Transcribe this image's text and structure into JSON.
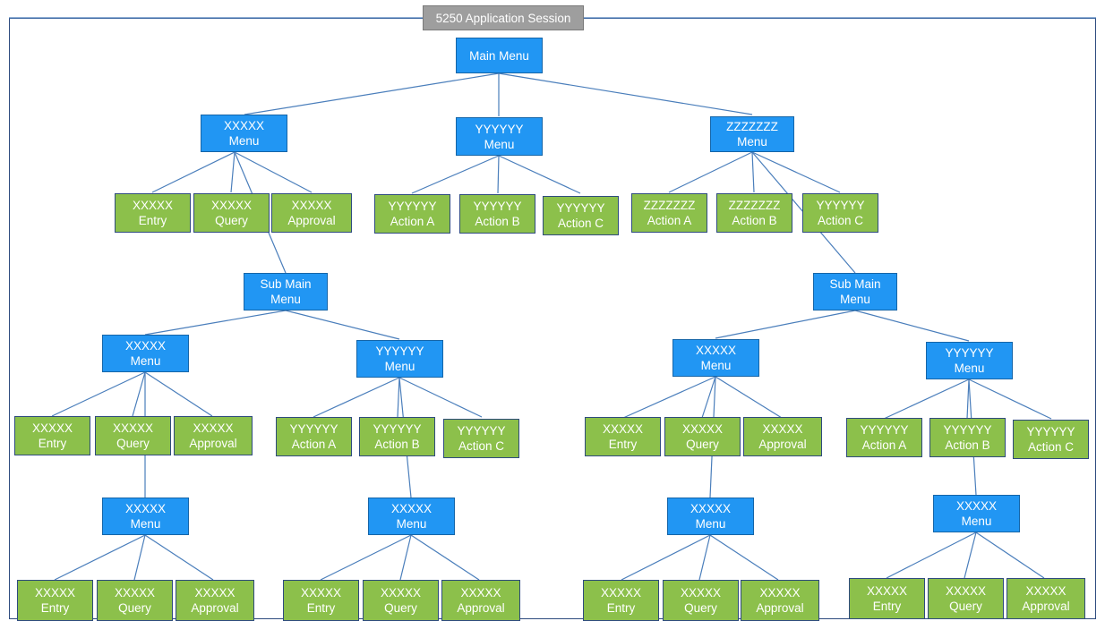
{
  "diagram": {
    "title": "5250 Application Session",
    "type": "tree",
    "colors": {
      "menu_node": "#2196f3",
      "action_node": "#8cc04b",
      "title_node": "#9e9e9e",
      "edge": "#4a7ebb",
      "frame_border": "#2e4b7e",
      "node_text": "#ffffff"
    },
    "nodes": [
      {
        "id": "title",
        "kind": "title",
        "line1": "5250 Application Session",
        "line2": ""
      },
      {
        "id": "root",
        "kind": "menu",
        "line1": "Main Menu",
        "line2": ""
      },
      {
        "id": "x-menu",
        "kind": "menu",
        "line1": "XXXXX",
        "line2": "Menu"
      },
      {
        "id": "y-menu",
        "kind": "menu",
        "line1": "YYYYYY",
        "line2": "Menu"
      },
      {
        "id": "z-menu",
        "kind": "menu",
        "line1": "ZZZZZZZ",
        "line2": "Menu"
      },
      {
        "id": "x-entry",
        "kind": "action",
        "line1": "XXXXX",
        "line2": "Entry"
      },
      {
        "id": "x-query",
        "kind": "action",
        "line1": "XXXXX",
        "line2": "Query"
      },
      {
        "id": "x-approval",
        "kind": "action",
        "line1": "XXXXX",
        "line2": "Approval"
      },
      {
        "id": "y-action-a",
        "kind": "action",
        "line1": "YYYYYY",
        "line2": "Action A"
      },
      {
        "id": "y-action-b",
        "kind": "action",
        "line1": "YYYYYY",
        "line2": "Action B"
      },
      {
        "id": "y-action-c",
        "kind": "action",
        "line1": "YYYYYY",
        "line2": "Action C"
      },
      {
        "id": "z-action-a",
        "kind": "action",
        "line1": "ZZZZZZZ",
        "line2": "Action A"
      },
      {
        "id": "z-action-b",
        "kind": "action",
        "line1": "ZZZZZZZ",
        "line2": "Action B"
      },
      {
        "id": "z-action-c",
        "kind": "action",
        "line1": "YYYYYY",
        "line2": "Action C"
      },
      {
        "id": "sub-l",
        "kind": "menu",
        "line1": "Sub Main",
        "line2": "Menu"
      },
      {
        "id": "sub-r",
        "kind": "menu",
        "line1": "Sub Main",
        "line2": "Menu"
      },
      {
        "id": "lx-menu",
        "kind": "menu",
        "line1": "XXXXX",
        "line2": "Menu"
      },
      {
        "id": "ly-menu",
        "kind": "menu",
        "line1": "YYYYYY",
        "line2": "Menu"
      },
      {
        "id": "rx-menu",
        "kind": "menu",
        "line1": "XXXXX",
        "line2": "Menu"
      },
      {
        "id": "ry-menu",
        "kind": "menu",
        "line1": "YYYYYY",
        "line2": "Menu"
      },
      {
        "id": "lx-entry",
        "kind": "action",
        "line1": "XXXXX",
        "line2": "Entry"
      },
      {
        "id": "lx-query",
        "kind": "action",
        "line1": "XXXXX",
        "line2": "Query"
      },
      {
        "id": "lx-approval",
        "kind": "action",
        "line1": "XXXXX",
        "line2": "Approval"
      },
      {
        "id": "ly-action-a",
        "kind": "action",
        "line1": "YYYYYY",
        "line2": "Action A"
      },
      {
        "id": "ly-action-b",
        "kind": "action",
        "line1": "YYYYYY",
        "line2": "Action B"
      },
      {
        "id": "ly-action-c",
        "kind": "action",
        "line1": "YYYYYY",
        "line2": "Action C"
      },
      {
        "id": "rx-entry",
        "kind": "action",
        "line1": "XXXXX",
        "line2": "Entry"
      },
      {
        "id": "rx-query",
        "kind": "action",
        "line1": "XXXXX",
        "line2": "Query"
      },
      {
        "id": "rx-approval",
        "kind": "action",
        "line1": "XXXXX",
        "line2": "Approval"
      },
      {
        "id": "ry-action-a",
        "kind": "action",
        "line1": "YYYYYY",
        "line2": "Action A"
      },
      {
        "id": "ry-action-b",
        "kind": "action",
        "line1": "YYYYYY",
        "line2": "Action B"
      },
      {
        "id": "ry-action-c",
        "kind": "action",
        "line1": "YYYYYY",
        "line2": "Action C"
      },
      {
        "id": "b1-menu",
        "kind": "menu",
        "line1": "XXXXX",
        "line2": "Menu"
      },
      {
        "id": "b2-menu",
        "kind": "menu",
        "line1": "XXXXX",
        "line2": "Menu"
      },
      {
        "id": "b3-menu",
        "kind": "menu",
        "line1": "XXXXX",
        "line2": "Menu"
      },
      {
        "id": "b4-menu",
        "kind": "menu",
        "line1": "XXXXX",
        "line2": "Menu"
      },
      {
        "id": "b1-entry",
        "kind": "action",
        "line1": "XXXXX",
        "line2": "Entry"
      },
      {
        "id": "b1-query",
        "kind": "action",
        "line1": "XXXXX",
        "line2": "Query"
      },
      {
        "id": "b1-approval",
        "kind": "action",
        "line1": "XXXXX",
        "line2": "Approval"
      },
      {
        "id": "b2-entry",
        "kind": "action",
        "line1": "XXXXX",
        "line2": "Entry"
      },
      {
        "id": "b2-query",
        "kind": "action",
        "line1": "XXXXX",
        "line2": "Query"
      },
      {
        "id": "b2-approval",
        "kind": "action",
        "line1": "XXXXX",
        "line2": "Approval"
      },
      {
        "id": "b3-entry",
        "kind": "action",
        "line1": "XXXXX",
        "line2": "Entry"
      },
      {
        "id": "b3-query",
        "kind": "action",
        "line1": "XXXXX",
        "line2": "Query"
      },
      {
        "id": "b3-approval",
        "kind": "action",
        "line1": "XXXXX",
        "line2": "Approval"
      },
      {
        "id": "b4-entry",
        "kind": "action",
        "line1": "XXXXX",
        "line2": "Entry"
      },
      {
        "id": "b4-query",
        "kind": "action",
        "line1": "XXXXX",
        "line2": "Query"
      },
      {
        "id": "b4-approval",
        "kind": "action",
        "line1": "XXXXX",
        "line2": "Approval"
      }
    ]
  }
}
